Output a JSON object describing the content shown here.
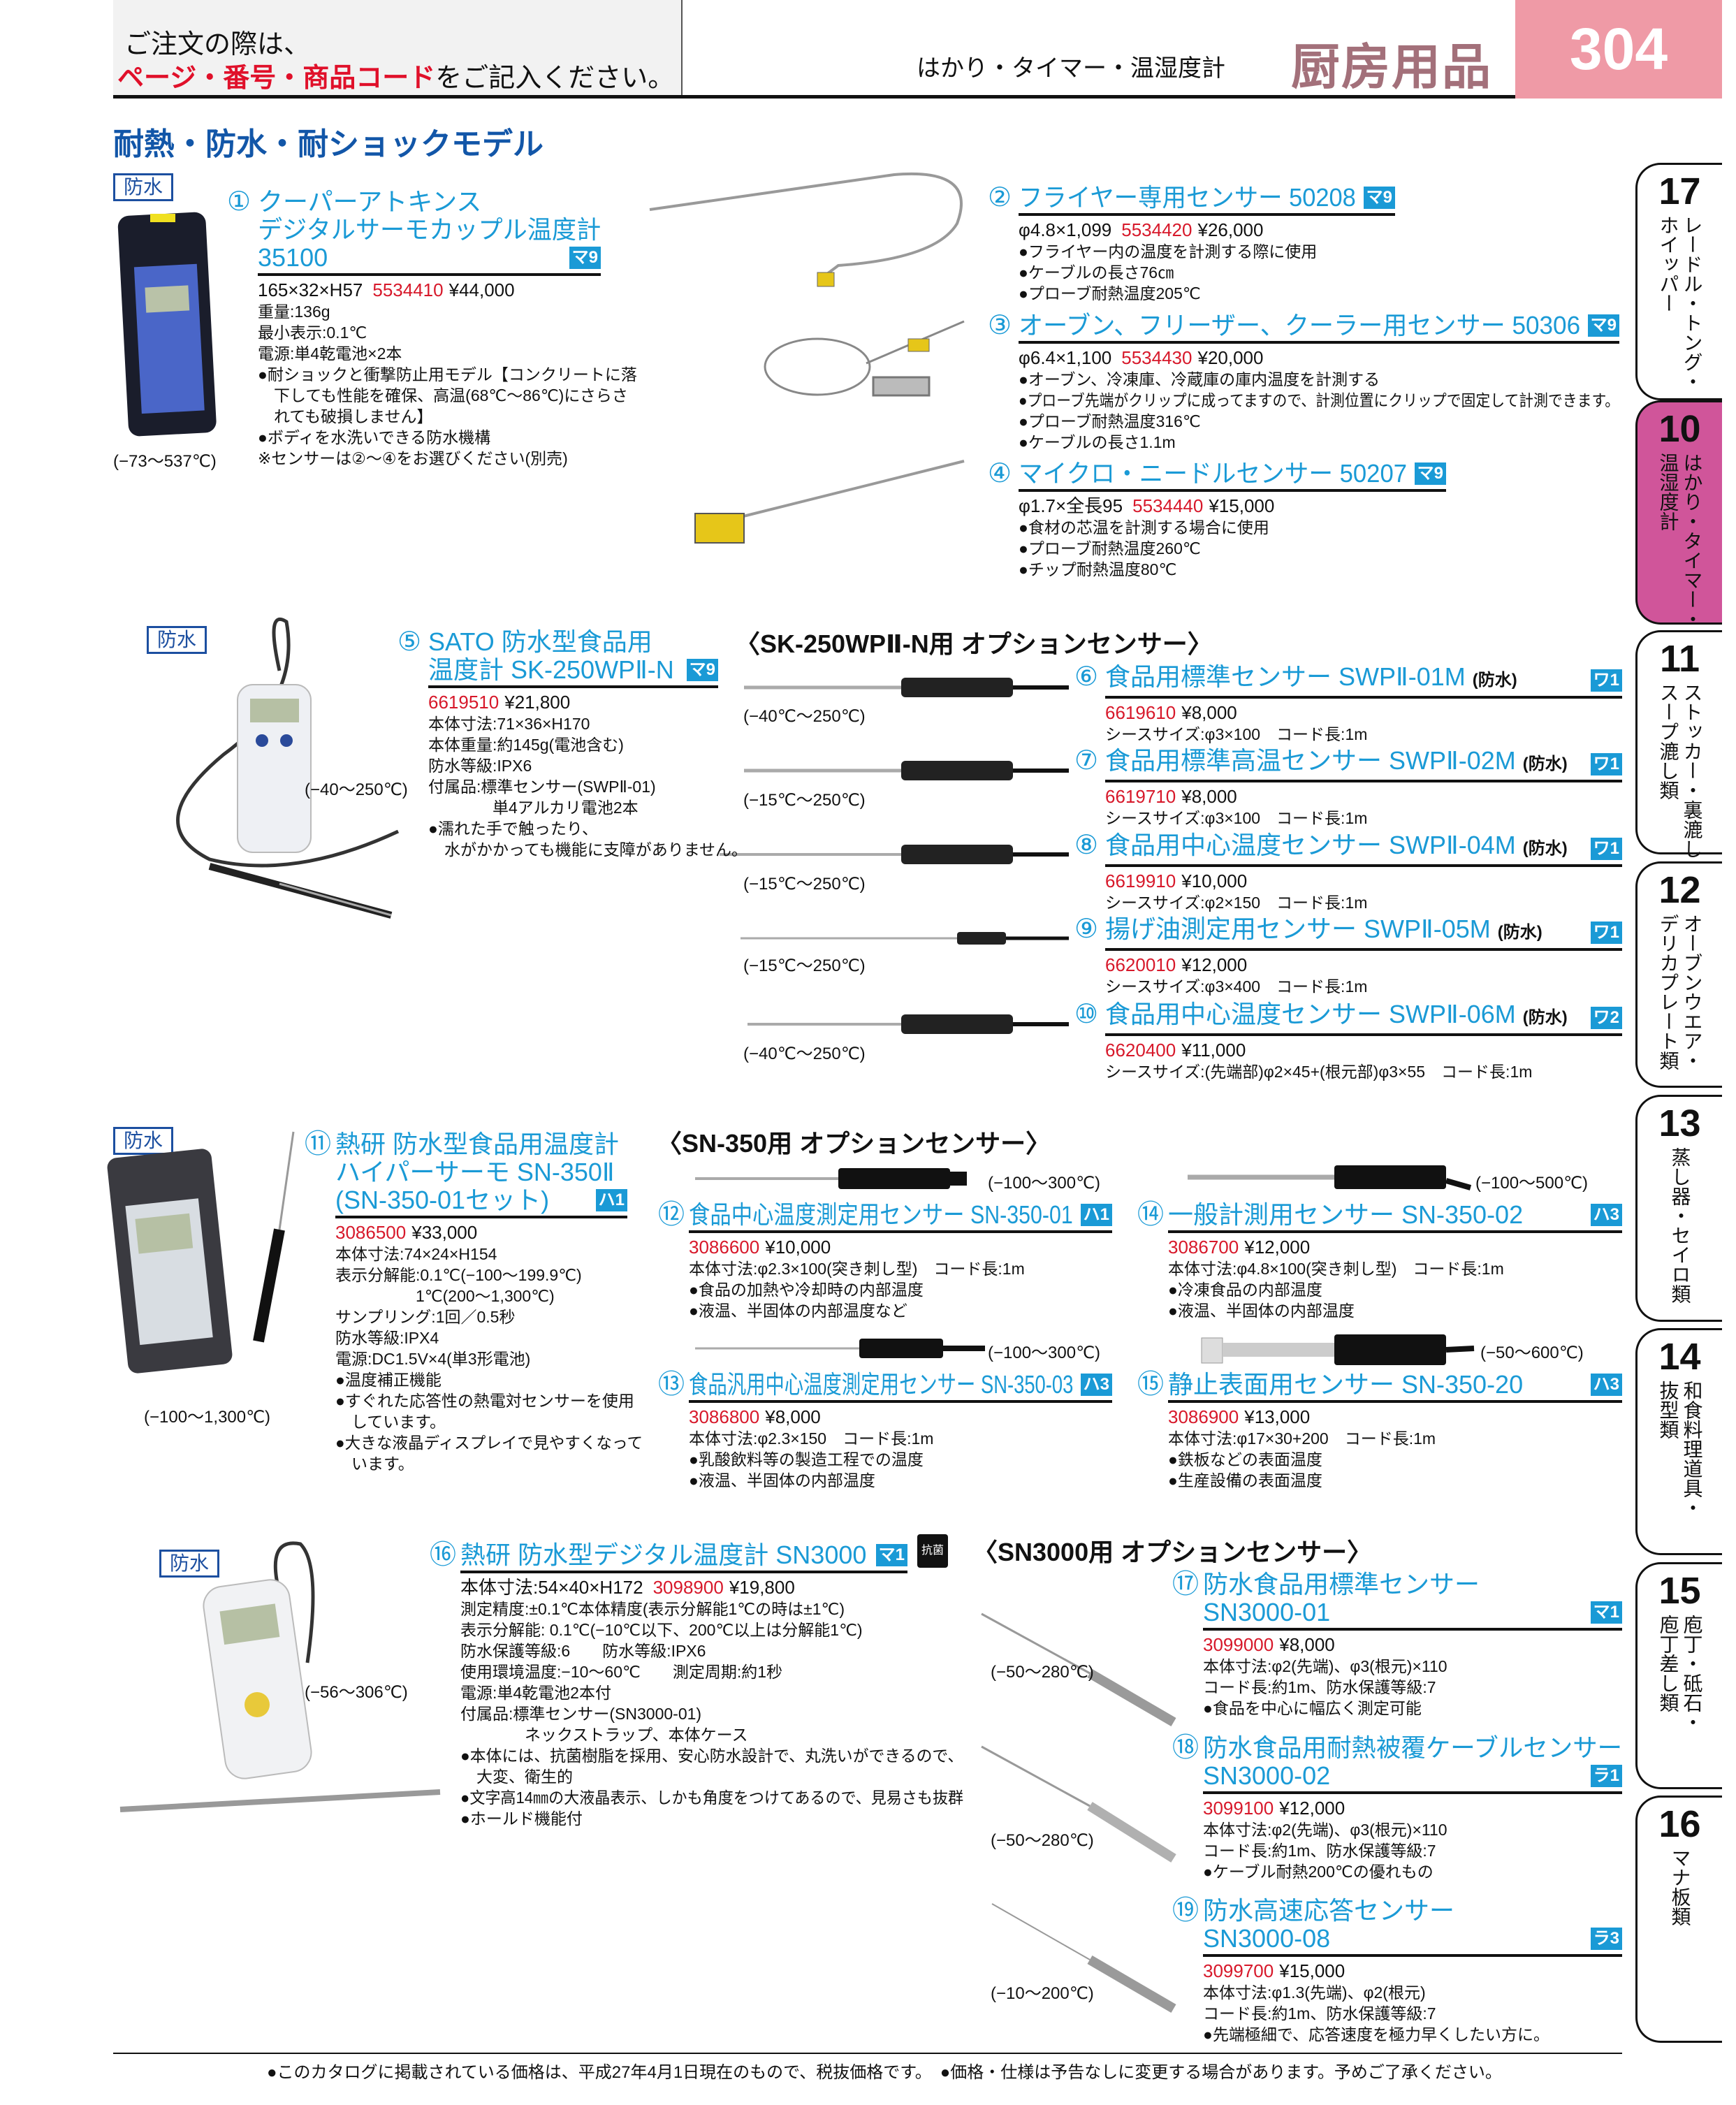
{
  "header": {
    "notice_line1": "ご注文の際は、",
    "notice_line2_red": "ページ・番号・商品コード",
    "notice_line2_rest": "をご記入ください。",
    "category": "はかり・タイマー・温湿度計",
    "section": "厨房用品",
    "page_number": "304"
  },
  "section_title": "耐熱・防水・耐ショックモデル",
  "waterproof_label": "防水",
  "option_headers": {
    "sk250": "〈SK-250WPⅡ-N用 オプションセンサー〉",
    "sn350": "〈SN-350用 オプションセンサー〉",
    "sn3000": "〈SN3000用 オプションセンサー〉"
  },
  "products": [
    {
      "num": "①",
      "title": [
        "クーパーアトキンス",
        "デジタルサーモカップル温度計",
        "35100"
      ],
      "badge": "マ9",
      "prefix": "165×32×H57",
      "code": "5534410",
      "price": "¥44,000",
      "range": "(−73～537℃)",
      "specs": [
        "重量:136g",
        "最小表示:0.1℃",
        "電源:単4乾電池×2本",
        "●耐ショックと衝撃防止用モデル【コンクリートに落",
        "　下しても性能を確保、高温(68℃～86℃)にさらさ",
        "　れても破損しません】",
        "●ボディを水洗いできる防水機構",
        "※センサーは②～④をお選びください(別売)"
      ]
    },
    {
      "num": "②",
      "title": [
        "フライヤー専用センサー 50208"
      ],
      "badge": "マ9",
      "prefix": "φ4.8×1,099",
      "code": "5534420",
      "price": "¥26,000",
      "specs": [
        "●フライヤー内の温度を計測する際に使用",
        "●ケーブルの長さ76㎝",
        "●プローブ耐熱温度205℃"
      ]
    },
    {
      "num": "③",
      "title": [
        "オーブン、フリーザー、クーラー用センサー 50306"
      ],
      "badge": "マ9",
      "prefix": "φ6.4×1,100",
      "code": "5534430",
      "price": "¥20,000",
      "specs": [
        "●オーブン、冷凍庫、冷蔵庫の庫内温度を計測する",
        "●プローブ先端がクリップに成ってますので、計測位置にクリップで固定して計測できます。",
        "●プローブ耐熱温度316℃",
        "●ケーブルの長さ1.1m"
      ]
    },
    {
      "num": "④",
      "title": [
        "マイクロ・ニードルセンサー 50207"
      ],
      "badge": "マ9",
      "prefix": "φ1.7×全長95",
      "code": "5534440",
      "price": "¥15,000",
      "specs": [
        "●食材の芯温を計測する場合に使用",
        "●プローブ耐熱温度260℃",
        "●チップ耐熱温度80℃"
      ]
    },
    {
      "num": "⑤",
      "title": [
        "SATO 防水型食品用",
        "温度計 SK-250WPⅡ-N"
      ],
      "badge": "マ9",
      "code": "6619510",
      "price": "¥21,800",
      "range": "(−40～250℃)",
      "specs": [
        "本体寸法:71×36×H170",
        "本体重量:約145g(電池含む)",
        "防水等級:IPX6",
        "付属品:標準センサー(SWPⅡ-01)",
        "　　　　単4アルカリ電池2本",
        "●濡れた手で触ったり、",
        "　水がかかっても機能に支障がありません。"
      ]
    },
    {
      "num": "⑥",
      "title": [
        "食品用標準センサー SWPⅡ-01M"
      ],
      "suffix": "(防水)",
      "badge": "ワ1",
      "code": "6619610",
      "price": "¥8,000",
      "range": "(−40℃～250℃)",
      "specs": [
        "シースサイズ:φ3×100　コード長:1m"
      ]
    },
    {
      "num": "⑦",
      "title": [
        "食品用標準高温センサー SWPⅡ-02M"
      ],
      "suffix": "(防水)",
      "badge": "ワ1",
      "code": "6619710",
      "price": "¥8,000",
      "range": "(−15℃～250℃)",
      "specs": [
        "シースサイズ:φ3×100　コード長:1m"
      ]
    },
    {
      "num": "⑧",
      "title": [
        "食品用中心温度センサー SWPⅡ-04M"
      ],
      "suffix": "(防水)",
      "badge": "ワ1",
      "code": "6619910",
      "price": "¥10,000",
      "range": "(−15℃～250℃)",
      "specs": [
        "シースサイズ:φ2×150　コード長:1m"
      ]
    },
    {
      "num": "⑨",
      "title": [
        "揚げ油測定用センサー SWPⅡ-05M"
      ],
      "suffix": "(防水)",
      "badge": "ワ1",
      "code": "6620010",
      "price": "¥12,000",
      "range": "(−15℃～250℃)",
      "specs": [
        "シースサイズ:φ3×400　コード長:1m"
      ]
    },
    {
      "num": "⑩",
      "title": [
        "食品用中心温度センサー SWPⅡ-06M"
      ],
      "suffix": "(防水)",
      "badge": "ワ2",
      "code": "6620400",
      "price": "¥11,000",
      "range": "(−40℃～250℃)",
      "specs": [
        "シースサイズ:(先端部)φ2×45+(根元部)φ3×55　コード長:1m"
      ]
    },
    {
      "num": "⑪",
      "title": [
        "熱研 防水型食品用温度計",
        "ハイパーサーモ SN-350Ⅱ",
        "(SN-350-01セット)"
      ],
      "badge": "ハ1",
      "code": "3086500",
      "price": "¥33,000",
      "range": "(−100～1,300℃)",
      "specs": [
        "本体寸法:74×24×H154",
        "表示分解能:0.1℃(−100～199.9℃)",
        "　　　　　1℃(200～1,300℃)",
        "サンプリング:1回／0.5秒",
        "防水等級:IPX4",
        "電源:DC1.5V×4(単3形電池)",
        "●温度補正機能",
        "●すぐれた応答性の熱電対センサーを使用",
        "　しています。",
        "●大きな液晶ディスプレイで見やすくなって",
        "　います。"
      ]
    },
    {
      "num": "⑫",
      "title": [
        "食品中心温度測定用センサー SN-350-01"
      ],
      "badge": "ハ1",
      "code": "3086600",
      "price": "¥10,000",
      "range": "(−100～300℃)",
      "specs": [
        "本体寸法:φ2.3×100(突き刺し型)　コード長:1m",
        "●食品の加熱や冷却時の内部温度",
        "●液温、半固体の内部温度など"
      ]
    },
    {
      "num": "⑬",
      "title": [
        "食品汎用中心温度測定用センサー SN-350-03"
      ],
      "badge": "ハ3",
      "code": "3086800",
      "price": "¥8,000",
      "range": "(−100～300℃)",
      "specs": [
        "本体寸法:φ2.3×150　コード長:1m",
        "●乳酸飲料等の製造工程での温度",
        "●液温、半固体の内部温度"
      ]
    },
    {
      "num": "⑭",
      "title": [
        "一般計測用センサー SN-350-02"
      ],
      "badge": "ハ3",
      "code": "3086700",
      "price": "¥12,000",
      "range": "(−100～500℃)",
      "specs": [
        "本体寸法:φ4.8×100(突き刺し型)　コード長:1m",
        "●冷凍食品の内部温度",
        "●液温、半固体の内部温度"
      ]
    },
    {
      "num": "⑮",
      "title": [
        "静止表面用センサー SN-350-20"
      ],
      "badge": "ハ3",
      "code": "3086900",
      "price": "¥13,000",
      "range": "(−50～600℃)",
      "specs": [
        "本体寸法:φ17×30+200　コード長:1m",
        "●鉄板などの表面温度",
        "●生産設備の表面温度"
      ]
    },
    {
      "num": "⑯",
      "title": [
        "熱研 防水型デジタル温度計 SN3000"
      ],
      "badge": "マ1",
      "extra_badge": "抗菌",
      "prefix": "本体寸法:54×40×H172",
      "code": "3098900",
      "price": "¥19,800",
      "range": "(−56～306℃)",
      "specs": [
        "測定精度:±0.1℃本体精度(表示分解能1℃の時は±1℃)",
        "表示分解能: 0.1℃(−10℃以下、200℃以上は分解能1℃)",
        "防水保護等級:6　　防水等級:IPX6",
        "使用環境温度:−10～60℃　　測定周期:約1秒",
        "電源:単4乾電池2本付",
        "付属品:標準センサー(SN3000-01)",
        "　　　　ネックストラップ、本体ケース",
        "●本体には、抗菌樹脂を採用、安心防水設計で、丸洗いができるので、",
        "　大変、衛生的",
        "●文字高14㎜の大液晶表示、しかも角度をつけてあるので、見易さも抜群",
        "●ホールド機能付"
      ]
    },
    {
      "num": "⑰",
      "title": [
        "防水食品用標準センサー",
        "SN3000-01"
      ],
      "badge": "マ1",
      "code": "3099000",
      "price": "¥8,000",
      "range": "(−50～280℃)",
      "specs": [
        "本体寸法:φ2(先端)、φ3(根元)×110",
        "コード長:約1m、防水保護等級:7",
        "●食品を中心に幅広く測定可能"
      ]
    },
    {
      "num": "⑱",
      "title": [
        "防水食品用耐熱被覆ケーブルセンサー",
        "SN3000-02"
      ],
      "badge": "ラ1",
      "code": "3099100",
      "price": "¥12,000",
      "range": "(−50～280℃)",
      "specs": [
        "本体寸法:φ2(先端)、φ3(根元)×110",
        "コード長:約1m、防水保護等級:7",
        "●ケーブル耐熱200℃の優れもの"
      ]
    },
    {
      "num": "⑲",
      "title": [
        "防水高速応答センサー",
        "SN3000-08"
      ],
      "badge": "ラ3",
      "code": "3099700",
      "price": "¥15,000",
      "range": "(−10～200℃)",
      "specs": [
        "本体寸法:φ1.3(先端)、φ2(根元)",
        "コード長:約1m、防水保護等級:7",
        "●先端極細で、応答速度を極力早くしたい方に。"
      ]
    }
  ],
  "side_tabs": [
    {
      "number": "17",
      "lines": [
        "レードル・トング・",
        "ホイッパー"
      ],
      "active": false
    },
    {
      "number": "10",
      "lines": [
        "はかり・タイマー・",
        "温湿度計"
      ],
      "active": true
    },
    {
      "number": "11",
      "lines": [
        "ストッカー・裏漉し・",
        "スープ漉し類"
      ],
      "active": false
    },
    {
      "number": "12",
      "lines": [
        "オーブンウエア・",
        "デリカプレート類"
      ],
      "active": false
    },
    {
      "number": "13",
      "lines": [
        "蒸し器・セイロ類"
      ],
      "active": false
    },
    {
      "number": "14",
      "lines": [
        "和食料理道具・",
        "抜型類"
      ],
      "active": false
    },
    {
      "number": "15",
      "lines": [
        "庖丁・砥石・",
        "庖丁差し類"
      ],
      "active": false
    },
    {
      "number": "16",
      "lines": [
        "マナ板類"
      ],
      "active": false
    }
  ],
  "footer": "●このカタログに掲載されている価格は、平成27年4月1日現在のもので、税抜価格です。　●価格・仕様は予告なしに変更する場合があります。予めご了承ください。",
  "colors": {
    "title_blue": "#1a9ad6",
    "code_red": "#d7182a",
    "page_pink": "#ef9aa6",
    "active_tab": "#d0559a",
    "section_blue": "#1256a8"
  }
}
